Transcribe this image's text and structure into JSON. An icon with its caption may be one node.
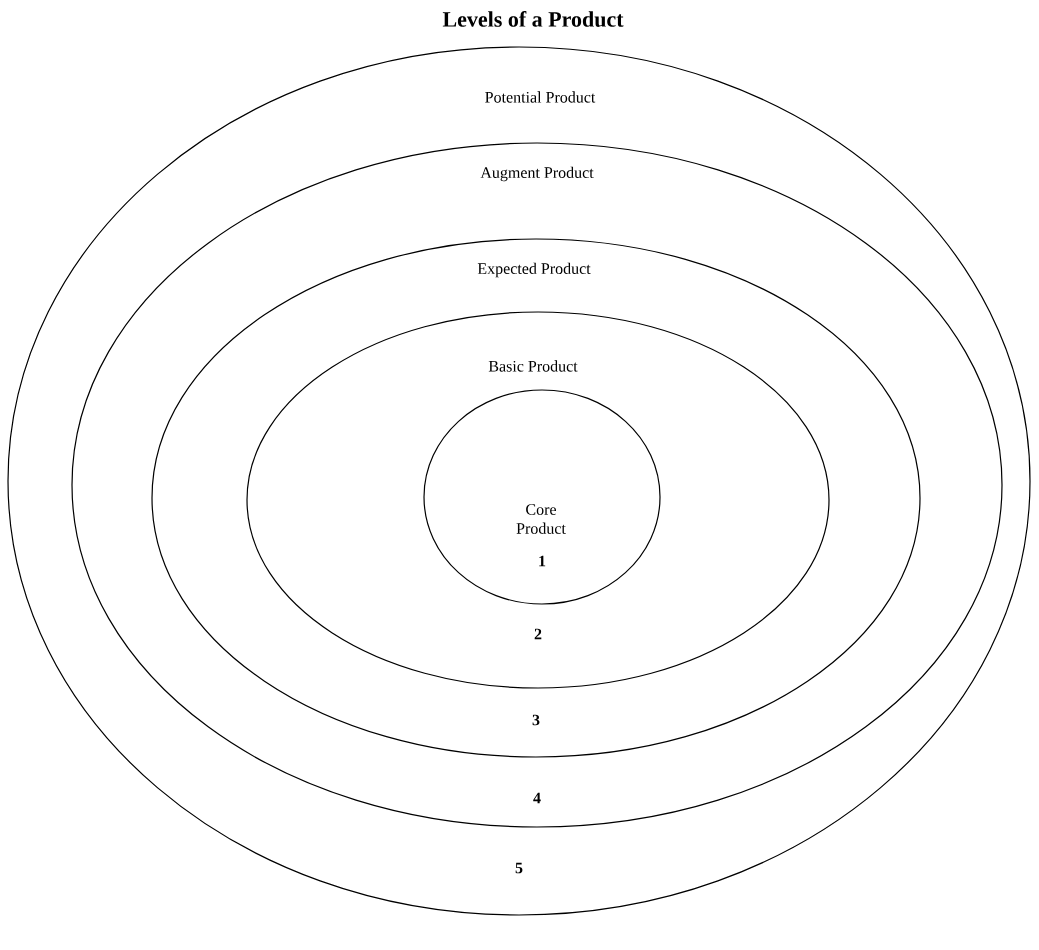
{
  "diagram": {
    "title": "Levels of a Product",
    "nodes": [
      {
        "text": [
          "Potential Product",
          "5"
        ]
      },
      {
        "text": [
          "Augment Product",
          "4"
        ],
        "in": 0
      },
      {
        "text": [
          "Expected Product",
          "3"
        ],
        "in": 1
      },
      {
        "text": [
          "Basic Product",
          "2"
        ],
        "in": 2
      },
      {
        "text": [
          "Core Product",
          "1"
        ],
        "in": 3
      }
    ]
  }
}
